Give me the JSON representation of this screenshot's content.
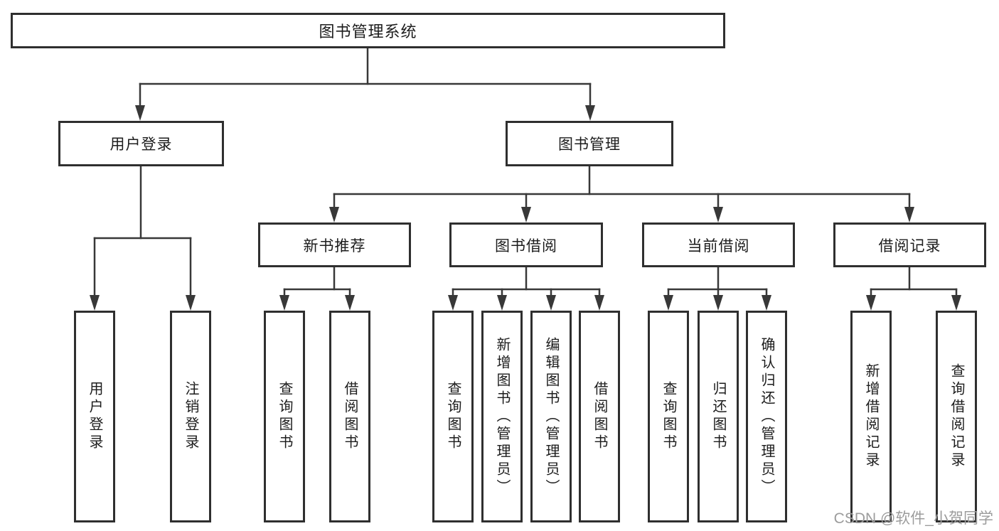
{
  "title": "图书管理系统",
  "watermark": "CSDN @软件_小贺同学",
  "colors": {
    "line": "#383838",
    "border": "#2f2f2f",
    "text": "#1c1c1c",
    "watermark": "#9c9c9c",
    "background": "#ffffff"
  },
  "tree": {
    "root": "图书管理系统",
    "children": [
      {
        "label": "用户登录",
        "children": [
          "用户登录",
          "注销登录"
        ]
      },
      {
        "label": "图书管理",
        "children": [
          {
            "label": "新书推荐",
            "children": [
              "查询图书",
              "借阅图书"
            ]
          },
          {
            "label": "图书借阅",
            "children": [
              "查询图书",
              "新增图书（管理员）",
              "编辑图书（管理员）",
              "借阅图书"
            ]
          },
          {
            "label": "当前借阅",
            "children": [
              "查询图书",
              "归还图书",
              "确认归还（管理员）"
            ]
          },
          {
            "label": "借阅记录",
            "children": [
              "新增借阅记录",
              "查询借阅记录"
            ]
          }
        ]
      }
    ]
  }
}
